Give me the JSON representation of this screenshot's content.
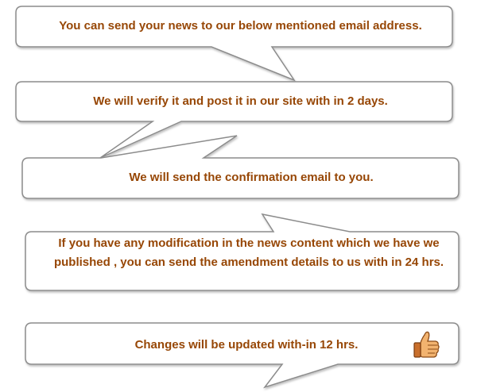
{
  "steps": [
    {
      "text": "You can send your news to our below mentioned  email address."
    },
    {
      "text": "We will verify it and post it in our site with in 2 days."
    },
    {
      "text": "We will send the confirmation email to you."
    },
    {
      "text": "If you have any modification in the news content which we have we published , you can send the amendment details to us with in 24 hrs."
    },
    {
      "text": "Changes will be updated with-in 12 hrs."
    }
  ],
  "colors": {
    "text": "#974706",
    "outline": "#8c8c8c",
    "fill": "#ffffff"
  },
  "icons": {
    "end": "thumbs-up-icon"
  }
}
